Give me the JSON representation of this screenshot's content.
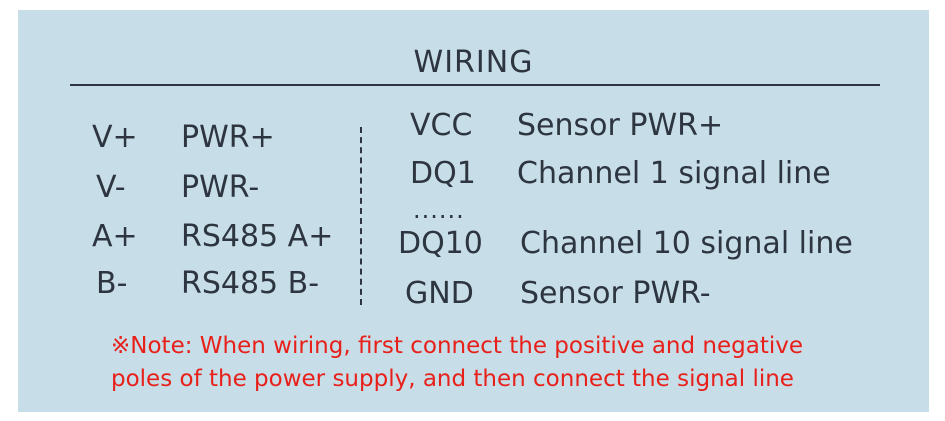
{
  "title": "WIRING",
  "left_pins": [
    {
      "pin": "V+",
      "desc": "PWR+"
    },
    {
      "pin": "V-",
      "desc": "PWR-"
    },
    {
      "pin": "A+",
      "desc": "RS485 A+"
    },
    {
      "pin": "B-",
      "desc": "RS485 B-"
    }
  ],
  "right_pins": [
    {
      "pin": "VCC",
      "desc": "Sensor PWR+"
    },
    {
      "pin": "DQ1",
      "desc": "Channel 1 signal line"
    },
    {
      "pin": "DQ10",
      "desc": "Channel 10 signal line"
    },
    {
      "pin": "GND",
      "desc": "Sensor PWR-"
    }
  ],
  "ellipsis": "......",
  "note": {
    "line1": "※Note: When wiring, first connect the positive and negative",
    "line2": "poles of the power supply, and then connect the signal line"
  },
  "colors": {
    "background": "#c7dde8",
    "text": "#2d3540",
    "note": "#e8201a"
  }
}
